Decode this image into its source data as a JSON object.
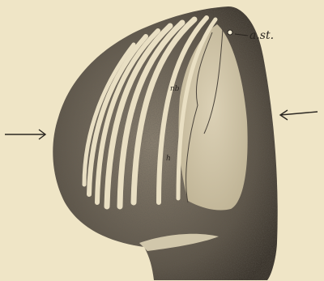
{
  "figure": {
    "background": "#efe5c6",
    "ink_color": "#2a2620",
    "labels": {
      "a_st": "a.st.",
      "nb": "nb",
      "h": "h"
    },
    "arrows": [
      "arrow-right-icon",
      "arrow-left-icon"
    ]
  }
}
